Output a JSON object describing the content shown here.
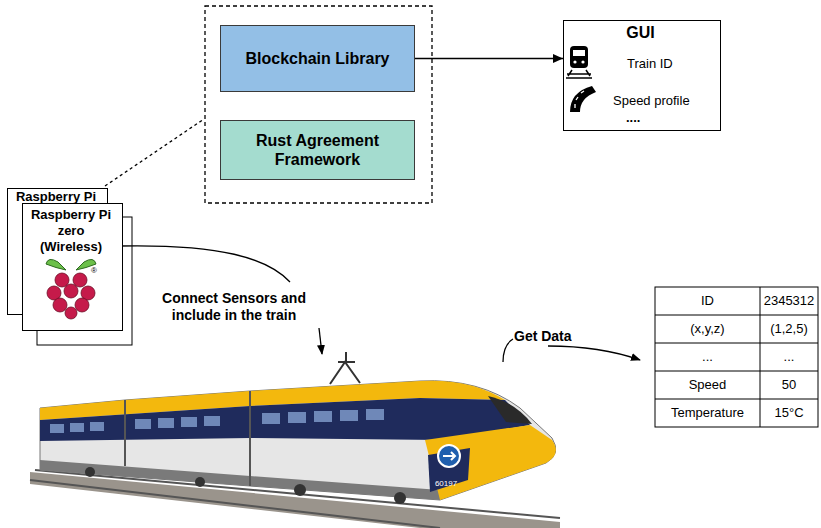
{
  "diagram": {
    "nodes": [
      {
        "text": [
          "Blockchain Library"
        ]
      },
      {
        "text": [
          "Rust Agreement Framework"
        ]
      },
      {
        "text": [
          "GUI",
          "Train ID",
          "Speed profile",
          "...."
        ]
      },
      {
        "text": [
          "Raspberry Pi"
        ]
      },
      {
        "text": [
          "Raspberry Pi zero (Wireless)"
        ]
      }
    ],
    "edges": [
      {
        "from": 0,
        "to": 2,
        "arrow": "to"
      }
    ],
    "labels": [
      "Connect Sensors and include in the train",
      "Get Data",
      "ID",
      "2345312",
      "(x,y,z)",
      "(1,2,5)",
      "...",
      "...",
      "Speed",
      "50",
      "Temperature",
      "15°C",
      "60197",
      "®"
    ]
  }
}
